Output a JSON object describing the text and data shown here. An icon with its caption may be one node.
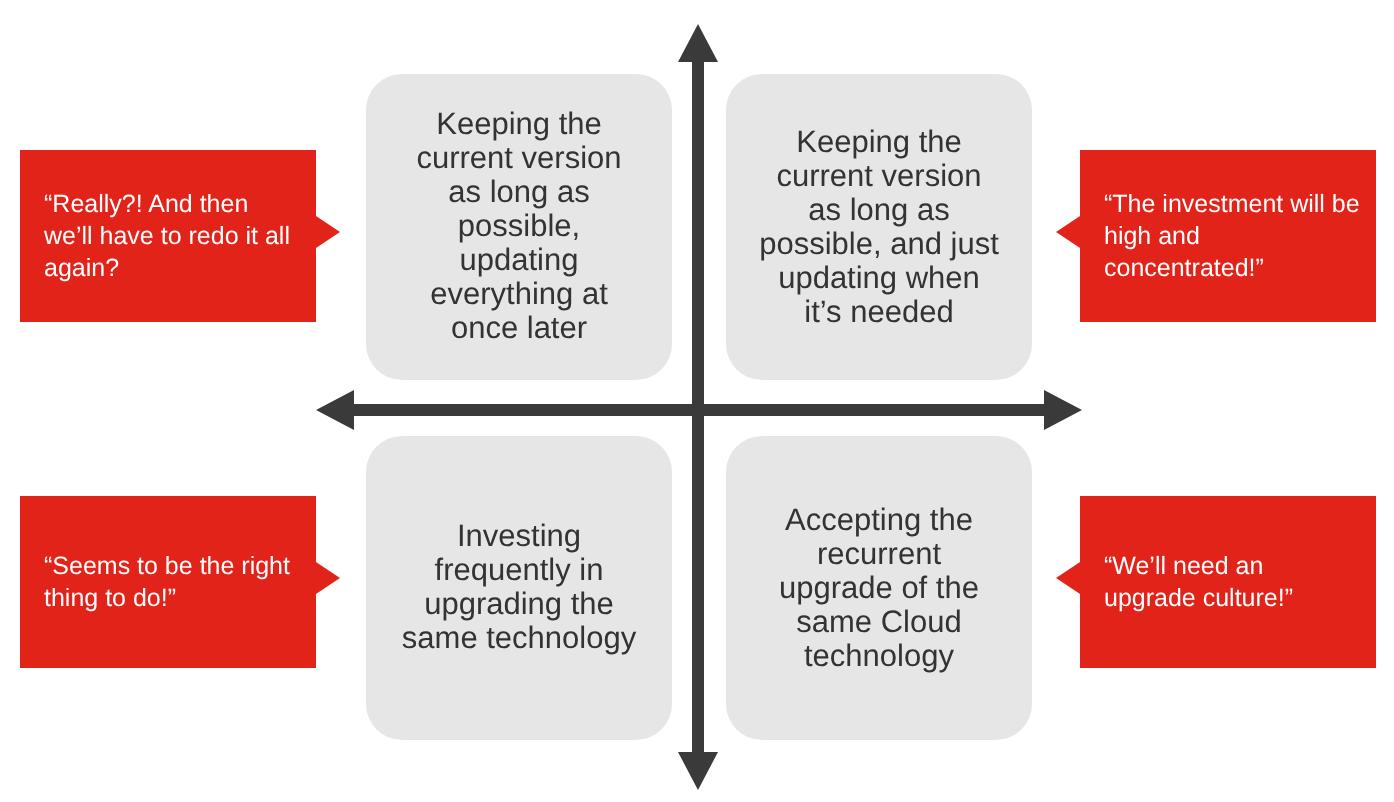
{
  "diagram": {
    "nodes": [
      {
        "text": [
          "“Really?! And then we’ll have to redo it all again?"
        ]
      },
      {
        "text": [
          "Keeping the current version as long as possible, updating everything at once later"
        ]
      },
      {
        "text": [
          "Keeping the current version as long as possible, and just updating when it’s needed"
        ]
      },
      {
        "text": [
          "“The investment will be high and concentrated!”"
        ]
      },
      {
        "text": [
          "“Seems to be the right thing to do!”"
        ]
      },
      {
        "text": [
          "Investing frequently in upgrading the same technology"
        ]
      },
      {
        "text": [
          "Accepting the recurrent upgrade of the same Cloud technology"
        ]
      },
      {
        "text": [
          "“We’ll need an upgrade culture!”"
        ]
      }
    ],
    "edges": []
  }
}
